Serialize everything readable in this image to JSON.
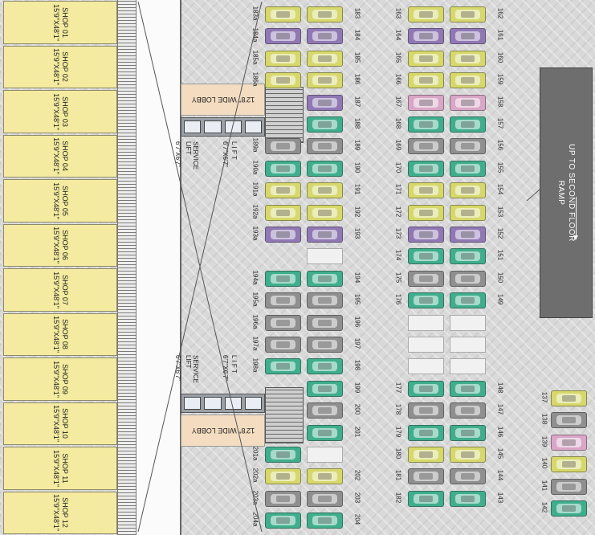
{
  "shops": [
    {
      "name": "SHOP 01",
      "size": "15'9\"X48'1\""
    },
    {
      "name": "SHOP 02",
      "size": "15'9\"X48'1\""
    },
    {
      "name": "SHOP 03",
      "size": "15'9\"X48'1\""
    },
    {
      "name": "SHOP 04",
      "size": "15'9\"X48'1\""
    },
    {
      "name": "SHOP 05",
      "size": "15'9\"X48'1\""
    },
    {
      "name": "SHOP 06",
      "size": "15'9\"X48'1\""
    },
    {
      "name": "SHOP 07",
      "size": "15'9\"X48'1\""
    },
    {
      "name": "SHOP 08",
      "size": "15'9\"X48'1\""
    },
    {
      "name": "SHOP 09",
      "size": "15'9\"X48'1\""
    },
    {
      "name": "SHOP 10",
      "size": "15'9\"X48'1\""
    },
    {
      "name": "SHOP 11",
      "size": "15'9\"X48'1\""
    },
    {
      "name": "SHOP 12",
      "size": "15'9\"X48'1\""
    }
  ],
  "cores": {
    "top": {
      "lobby": "12'8\" WIDE LOBBY",
      "lift": "L I F T",
      "lift_size": "6'7\"X6'7\"",
      "service_lift": "SERVICE\nLIFT",
      "service_lift_size": "6'7\"X6'7\""
    },
    "bottom": {
      "lobby": "12'8\" WIDE LOBBY",
      "lift": "L I F T",
      "lift_size": "6'7\"X6'7\"",
      "service_lift": "SERVICE\nLIFT",
      "service_lift_size": "6'7\"X6'7\""
    }
  },
  "ramp": {
    "line1": "UP TO SECOND FLOOR",
    "line2": "RAMP"
  },
  "colors": {
    "shop_fill": "#f4eba0",
    "lobby_fill": "#f3dcc0",
    "ramp_fill": "#6e6e6e",
    "car_yellow": "#d6d86a",
    "car_purple": "#9078b4",
    "car_teal": "#3fae8c",
    "car_gray": "#8f8f8f",
    "car_pink": "#d9a6c7"
  },
  "parking": {
    "column_a": {
      "labels": [
        "183a",
        "184a",
        "185a",
        "186a",
        "",
        "",
        "189a",
        "190a",
        "191a",
        "192a",
        "193a",
        "",
        "194a",
        "195a",
        "196a",
        "197a",
        "198a",
        "",
        "",
        "",
        "201a",
        "202a",
        "203a",
        "204a"
      ],
      "colors": [
        "yellow",
        "purple",
        "yellow",
        "yellow",
        "",
        "",
        "gray",
        "teal",
        "yellow",
        "yellow",
        "purple",
        "",
        "teal",
        "gray",
        "gray",
        "gray",
        "teal",
        "",
        "",
        "",
        "teal",
        "yellow",
        "gray",
        "teal"
      ]
    },
    "column_b": {
      "labels": [
        "183",
        "184",
        "185",
        "186",
        "187",
        "188",
        "189",
        "190",
        "191",
        "192",
        "193",
        "",
        "194",
        "195",
        "196",
        "197",
        "198",
        "199",
        "200",
        "201",
        "",
        "202",
        "203",
        "204"
      ],
      "colors": [
        "yellow",
        "purple",
        "yellow",
        "yellow",
        "purple",
        "teal",
        "gray",
        "teal",
        "yellow",
        "yellow",
        "purple",
        "",
        "teal",
        "gray",
        "gray",
        "gray",
        "teal",
        "teal",
        "gray",
        "teal",
        "",
        "yellow",
        "gray",
        "teal"
      ]
    },
    "column_c": {
      "labels": [
        "163",
        "164",
        "165",
        "166",
        "167",
        "168",
        "169",
        "170",
        "171",
        "172",
        "173",
        "174",
        "175",
        "176",
        "",
        "",
        "",
        "177",
        "178",
        "179",
        "180",
        "181",
        "182"
      ],
      "colors": [
        "yellow",
        "purple",
        "yellow",
        "yellow",
        "pink",
        "teal",
        "gray",
        "teal",
        "yellow",
        "yellow",
        "purple",
        "teal",
        "gray",
        "teal",
        "",
        "",
        "",
        "teal",
        "gray",
        "teal",
        "yellow",
        "gray",
        "teal"
      ]
    },
    "column_d": {
      "labels": [
        "162",
        "161",
        "160",
        "159",
        "158",
        "157",
        "156",
        "155",
        "154",
        "153",
        "152",
        "151",
        "150",
        "149",
        "",
        "",
        "",
        "148",
        "147",
        "146",
        "145",
        "144",
        "143"
      ],
      "colors": [
        "yellow",
        "purple",
        "yellow",
        "yellow",
        "pink",
        "teal",
        "gray",
        "teal",
        "yellow",
        "yellow",
        "purple",
        "teal",
        "gray",
        "teal",
        "",
        "",
        "",
        "teal",
        "gray",
        "teal",
        "yellow",
        "gray",
        "teal"
      ]
    },
    "column_e": {
      "labels": [
        "137",
        "138",
        "139",
        "140",
        "141",
        "142"
      ],
      "colors": [
        "yellow",
        "gray",
        "pink",
        "yellow",
        "gray",
        "teal"
      ]
    }
  }
}
